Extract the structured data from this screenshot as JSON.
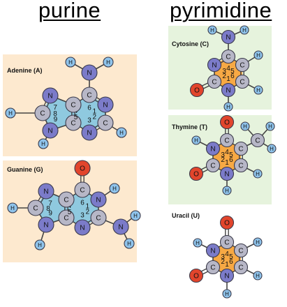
{
  "headings": {
    "left": "purine",
    "right": "pyrimidine"
  },
  "panel_backgrounds": {
    "purine": "#fde9cf",
    "pyrimidine": "#e6f3dd"
  },
  "atom_colors": {
    "C": "#b7b7c7",
    "N": "#7b7bc9",
    "H": "#8fc4ec",
    "O": "#e2452c"
  },
  "ring_colors": {
    "five_ring": "#8fc9df",
    "six_ring_purine": "#8fc9df",
    "six_ring_pyrimidine": "#f7a944"
  },
  "molecules": [
    {
      "id": "adenine",
      "name": "Adenine (A)",
      "atoms": {
        "C6": {
          "el": "C",
          "num": "6"
        },
        "N1": {
          "el": "N",
          "num": "1"
        },
        "C2": {
          "el": "C",
          "num": "2"
        },
        "N3": {
          "el": "N",
          "num": "3"
        },
        "C4": {
          "el": "C",
          "num": "4"
        },
        "C5": {
          "el": "C",
          "num": "5"
        },
        "N7": {
          "el": "N",
          "num": "7"
        },
        "C8": {
          "el": "C",
          "num": "8"
        },
        "N9": {
          "el": "N",
          "num": "9"
        },
        "Namino": {
          "el": "N",
          "num": ""
        },
        "Ha1": {
          "el": "H",
          "num": ""
        },
        "Ha2": {
          "el": "H",
          "num": ""
        },
        "H2": {
          "el": "H",
          "num": ""
        },
        "H8": {
          "el": "H",
          "num": ""
        },
        "H9": {
          "el": "H",
          "num": ""
        }
      }
    },
    {
      "id": "guanine",
      "name": "Guanine (G)",
      "atoms": {
        "C6": {
          "el": "C",
          "num": "6"
        },
        "N1": {
          "el": "N",
          "num": "1"
        },
        "C2": {
          "el": "C",
          "num": "2"
        },
        "N3": {
          "el": "N",
          "num": "3"
        },
        "C4": {
          "el": "C",
          "num": "4"
        },
        "C5": {
          "el": "C",
          "num": "5"
        },
        "N7": {
          "el": "N",
          "num": "7"
        },
        "C8": {
          "el": "C",
          "num": "8"
        },
        "N9": {
          "el": "N",
          "num": "9"
        },
        "O6": {
          "el": "O",
          "num": ""
        },
        "Namino": {
          "el": "N",
          "num": ""
        },
        "Ha1": {
          "el": "H",
          "num": ""
        },
        "Ha2": {
          "el": "H",
          "num": ""
        },
        "H1": {
          "el": "H",
          "num": ""
        },
        "H8": {
          "el": "H",
          "num": ""
        },
        "H9": {
          "el": "H",
          "num": ""
        }
      }
    },
    {
      "id": "cytosine",
      "name": "Cytosine (C)",
      "atoms": {
        "C4": {
          "el": "C",
          "num": "4"
        },
        "C5": {
          "el": "C",
          "num": "5"
        },
        "C6": {
          "el": "C",
          "num": "6"
        },
        "N1": {
          "el": "N",
          "num": "1"
        },
        "C2": {
          "el": "C",
          "num": "2"
        },
        "N3": {
          "el": "N",
          "num": "3"
        },
        "Namino": {
          "el": "N",
          "num": ""
        },
        "Ha1": {
          "el": "H",
          "num": ""
        },
        "Ha2": {
          "el": "H",
          "num": ""
        },
        "H5": {
          "el": "H",
          "num": ""
        },
        "H6": {
          "el": "H",
          "num": ""
        },
        "H1": {
          "el": "H",
          "num": ""
        },
        "O2": {
          "el": "O",
          "num": ""
        }
      }
    },
    {
      "id": "thymine",
      "name": "Thymine (T)",
      "atoms": {
        "C4": {
          "el": "C",
          "num": "4"
        },
        "C5": {
          "el": "C",
          "num": "5"
        },
        "C6": {
          "el": "C",
          "num": "6"
        },
        "N1": {
          "el": "N",
          "num": "1"
        },
        "C2": {
          "el": "C",
          "num": "2"
        },
        "N3": {
          "el": "N",
          "num": "3"
        },
        "O4": {
          "el": "O",
          "num": ""
        },
        "O2": {
          "el": "O",
          "num": ""
        },
        "Cm": {
          "el": "C",
          "num": ""
        },
        "Hm1": {
          "el": "H",
          "num": ""
        },
        "Hm2": {
          "el": "H",
          "num": ""
        },
        "Hm3": {
          "el": "H",
          "num": ""
        },
        "H3": {
          "el": "H",
          "num": ""
        },
        "H6": {
          "el": "H",
          "num": ""
        },
        "H1": {
          "el": "H",
          "num": ""
        }
      }
    },
    {
      "id": "uracil",
      "name": "Uracil (U)",
      "atoms": {
        "C4": {
          "el": "C",
          "num": "4"
        },
        "C5": {
          "el": "C",
          "num": "5"
        },
        "C6": {
          "el": "C",
          "num": "6"
        },
        "N1": {
          "el": "N",
          "num": "1"
        },
        "C2": {
          "el": "C",
          "num": "2"
        },
        "N3": {
          "el": "N",
          "num": "3"
        },
        "O4": {
          "el": "O",
          "num": ""
        },
        "O2": {
          "el": "O",
          "num": ""
        },
        "H3": {
          "el": "H",
          "num": ""
        },
        "H5": {
          "el": "H",
          "num": ""
        },
        "H6": {
          "el": "H",
          "num": ""
        },
        "H1": {
          "el": "H",
          "num": ""
        }
      }
    }
  ]
}
